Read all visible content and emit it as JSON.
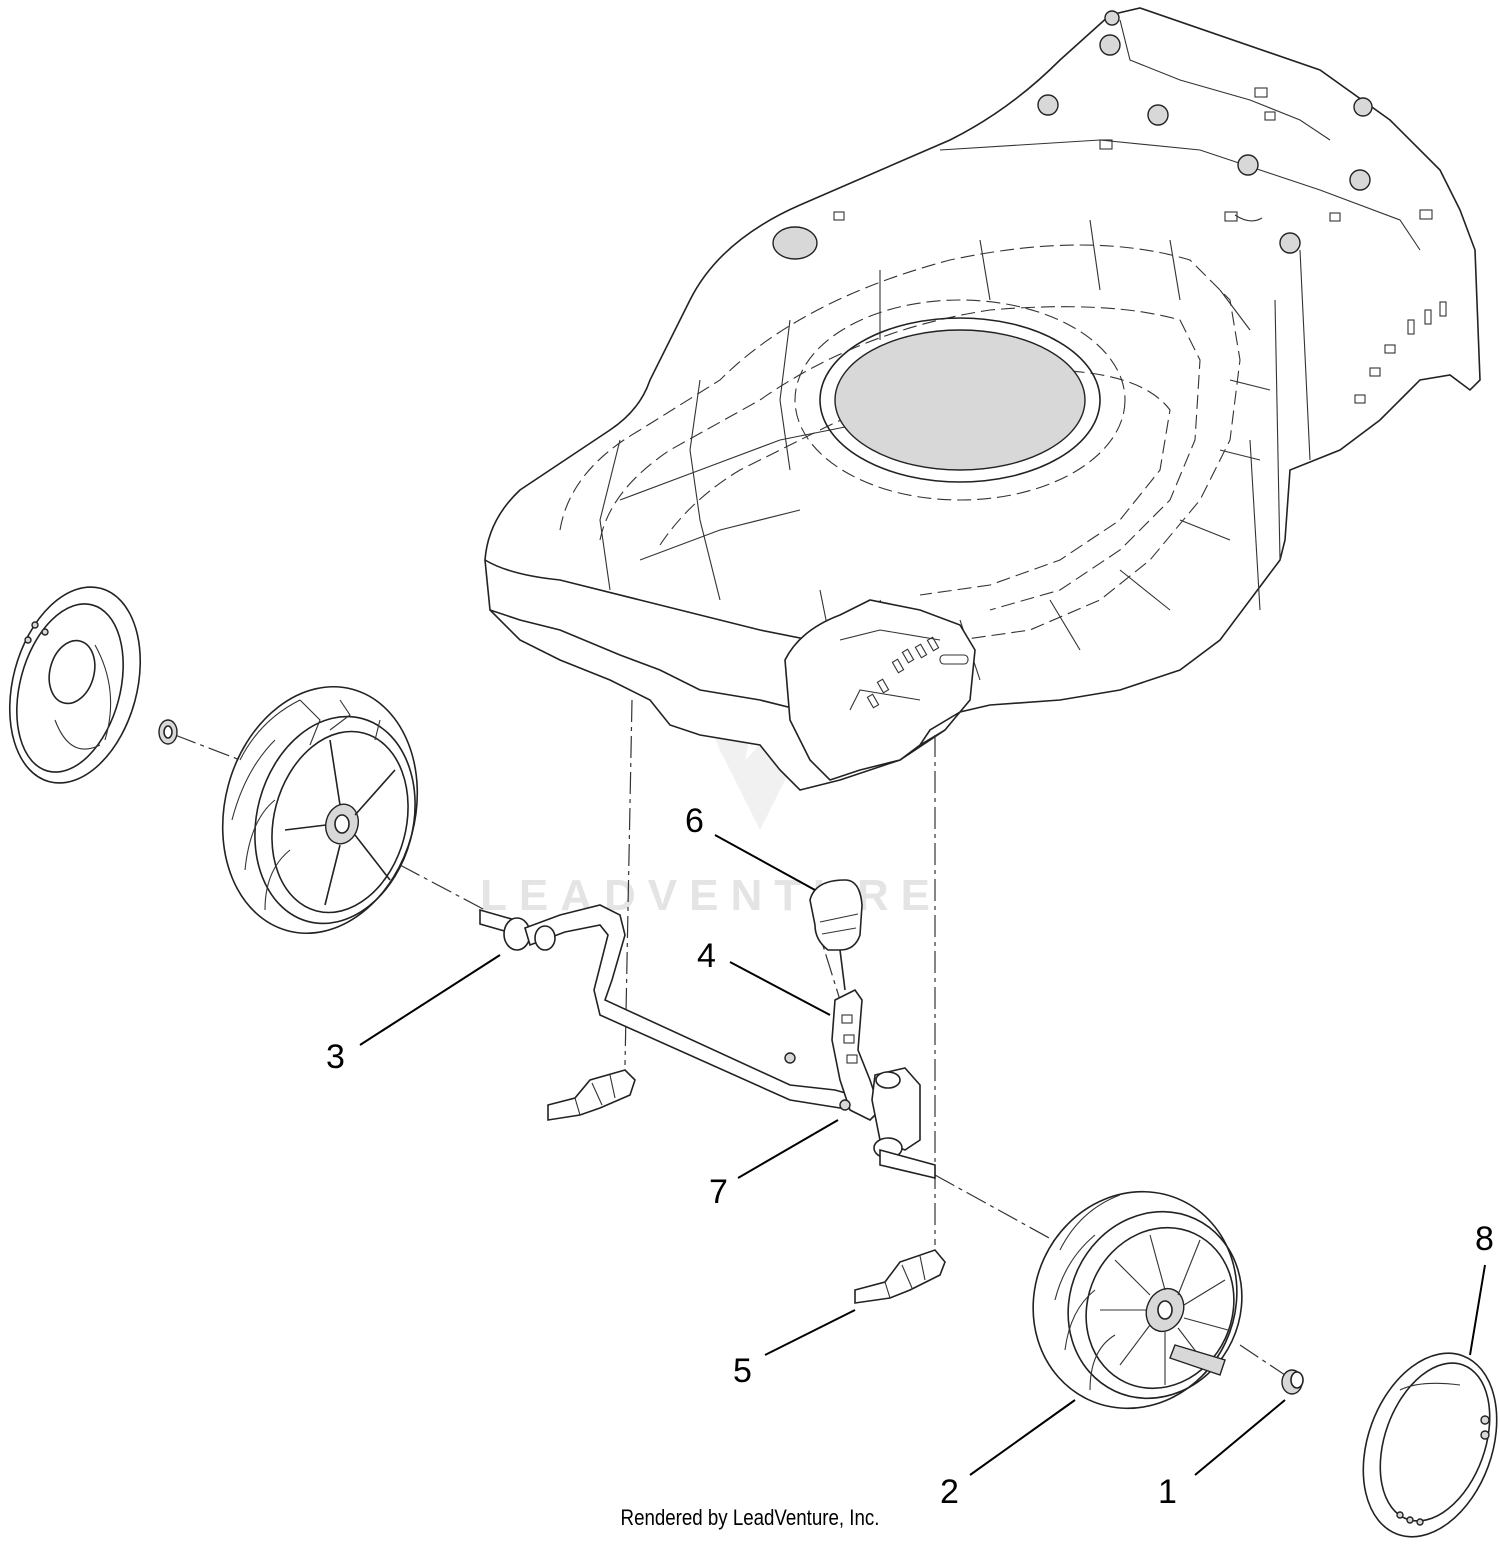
{
  "callouts": [
    {
      "label": "1"
    },
    {
      "label": "2"
    },
    {
      "label": "3"
    },
    {
      "label": "4"
    },
    {
      "label": "5"
    },
    {
      "label": "6"
    },
    {
      "label": "7"
    },
    {
      "label": "8"
    }
  ],
  "watermark": "LEADVENTURE",
  "footer": "Rendered by LeadVenture, Inc."
}
